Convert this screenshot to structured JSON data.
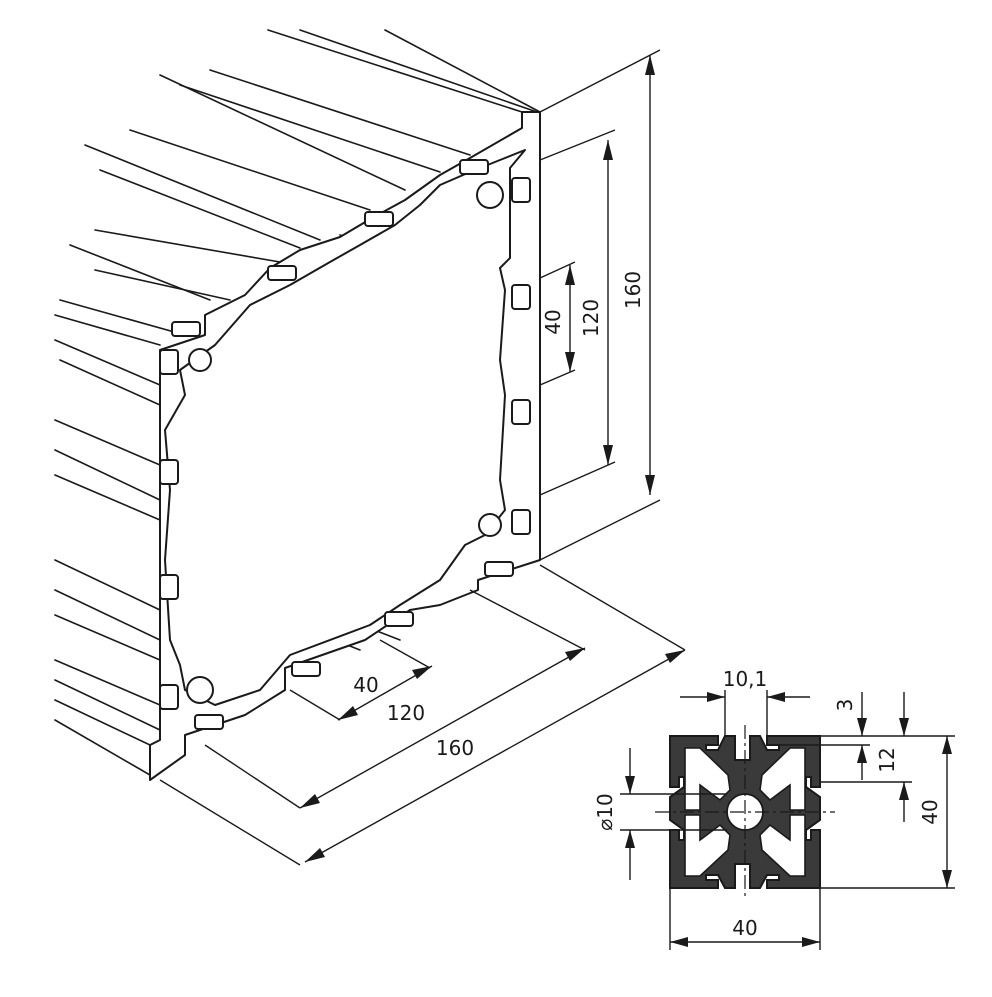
{
  "figure": {
    "iso_dimensions": {
      "vertical_outer": "160",
      "vertical_mid": "120",
      "vertical_inner": "40",
      "depth_inner": "40",
      "depth_mid": "120",
      "depth_outer": "160"
    },
    "section_dimensions": {
      "slot_width": "10,1",
      "slot_depth": "3",
      "slot_offset": "12",
      "height": "40",
      "width": "40",
      "bore": "⌀10"
    }
  }
}
